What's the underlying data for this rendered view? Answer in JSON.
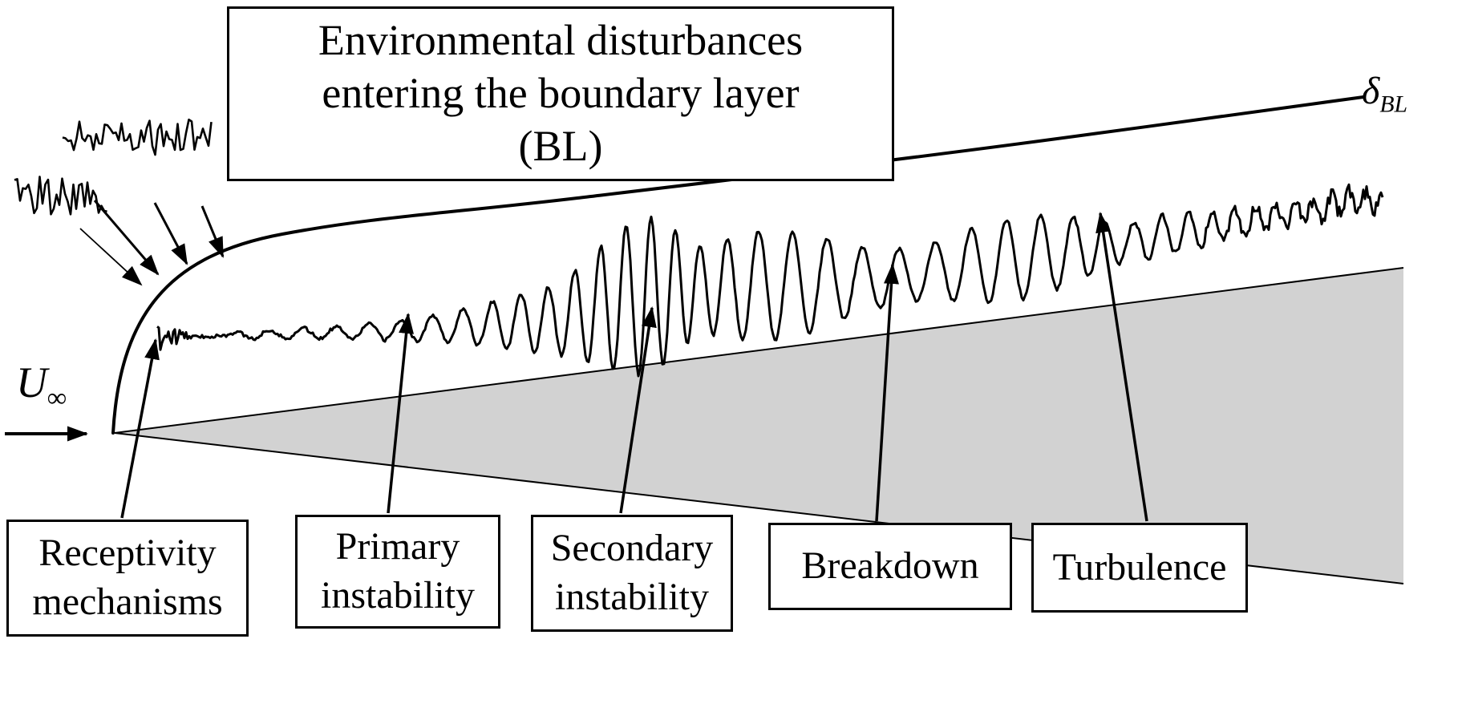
{
  "figure": {
    "title": "Environmental disturbances\nentering the boundary layer\n(BL)",
    "freestream_label": {
      "symbol": "U",
      "subscript": "∞"
    },
    "bl_thickness_label": {
      "symbol": "δ",
      "subscript": "BL"
    },
    "stages": [
      {
        "label": "Receptivity\nmechanisms"
      },
      {
        "label": "Primary\ninstability"
      },
      {
        "label": "Secondary\ninstability"
      },
      {
        "label": "Breakdown"
      },
      {
        "label": "Turbulence"
      }
    ],
    "colors": {
      "ink": "#000000",
      "wedge_fill": "#d2d2d2",
      "background": "#ffffff"
    }
  }
}
